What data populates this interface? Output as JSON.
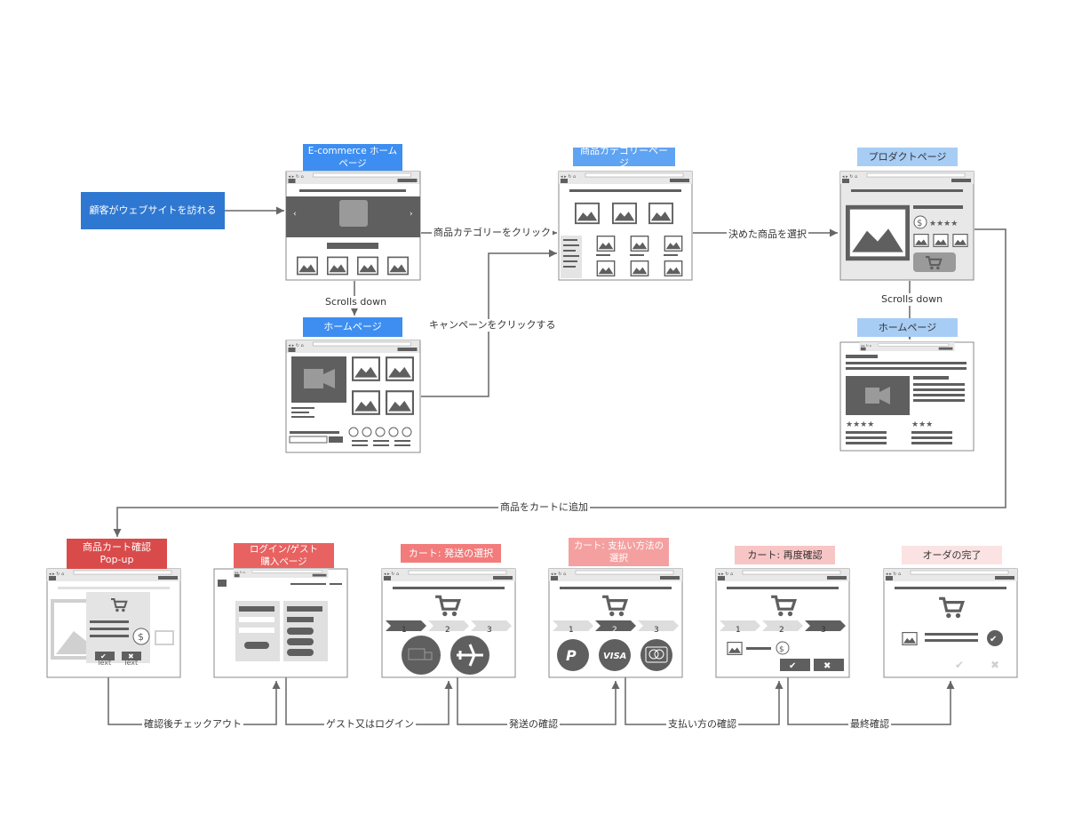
{
  "nodes": {
    "start": "顧客がウェブサイトを訪れる",
    "ecommerce_home": "E-commerce ホームページ",
    "home_scrolled": "ホームページ",
    "category_page": "商品カテゴリーページ",
    "product_page": "プロダクトページ",
    "product_scrolled": "ホームページ",
    "cart_confirm": "商品カート確認\nPop-up",
    "login_guest": "ログイン/ゲスト\n購入ページ",
    "cart_shipping": "カート: 発送の選択",
    "cart_payment": "カート: 支払い方法の\n選択",
    "cart_review": "カート: 再度確認",
    "order_complete": "オーダの完了"
  },
  "edges": {
    "scrolls_down_1": "Scrolls down",
    "click_category": "商品カテゴリーをクリック",
    "click_campaign": "キャンペーンをクリックする",
    "select_product": "決めた商品を選択",
    "scrolls_down_2": "Scrolls down",
    "add_to_cart": "商品をカートに追加",
    "checkout_confirm": "確認後チェックアウト",
    "guest_or_login": "ゲスト又はログイン",
    "shipping_confirm": "発送の確認",
    "payment_confirm": "支払い方の確認",
    "final_confirm": "最終確認"
  },
  "wireframe_text": {
    "popup_text_left": "Text",
    "popup_text_right": "Text",
    "step_1": "1",
    "step_2": "2",
    "step_3": "3",
    "visa": "VISA"
  },
  "colors": {
    "start_blue": "#2f78d1",
    "blue": "#3d8ef0",
    "light_blue": "#a7cdf5",
    "red": "#d94b4b",
    "red2": "#e86262",
    "pink": "#f27b7b",
    "pink2": "#f5a0a0",
    "pink3": "#f8c5c5",
    "pink4": "#fbe3e3",
    "wire_dark": "#5f5f5f",
    "wire_light": "#d9d9d9",
    "line": "#666666"
  }
}
